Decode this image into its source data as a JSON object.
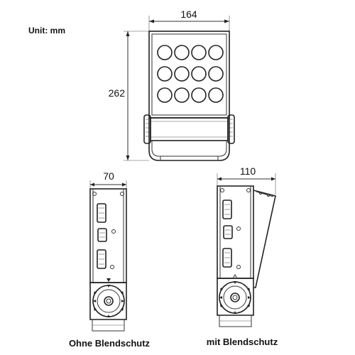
{
  "unit_label": "Unit: mm",
  "front_view": {
    "width_label": "164",
    "height_label": "262"
  },
  "side_view_plain": {
    "width_label": "70",
    "caption": "Ohne Blendschutz"
  },
  "side_view_shield": {
    "width_label": "110",
    "caption": "mit Blendschutz"
  },
  "colors": {
    "line": "#333333",
    "background": "#ffffff"
  }
}
